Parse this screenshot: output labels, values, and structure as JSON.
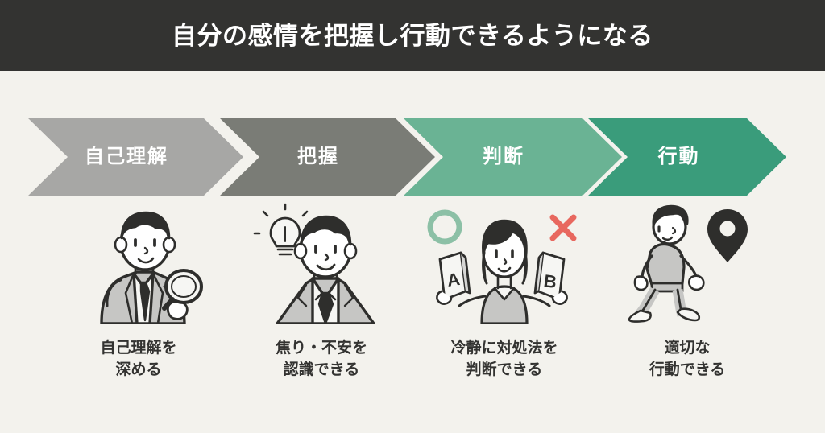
{
  "header": {
    "title": "自分の感情を把握し行動できるようになる",
    "background_color": "#333331",
    "text_color": "#FFFFFF"
  },
  "page": {
    "background_color": "#F3F2ED",
    "text_color": "#333331"
  },
  "process": {
    "steps": [
      {
        "id": "self-understanding",
        "chevron_label": "自己理解",
        "chevron_color": "#A7A7A5",
        "caption": "自己理解を\n深める",
        "icon": "man-with-magnifying-glass-icon"
      },
      {
        "id": "grasp",
        "chevron_label": "把握",
        "chevron_color": "#7A7C76",
        "caption": "焦り・不安を\n認識できる",
        "icon": "man-with-lightbulb-idea-icon"
      },
      {
        "id": "judgement",
        "chevron_label": "判断",
        "chevron_color": "#6AB394",
        "caption": "冷静に対処法を\n判断できる",
        "icon": "woman-choosing-a-b-cards-icon"
      },
      {
        "id": "action",
        "chevron_label": "行動",
        "chevron_color": "#3A9C7B",
        "caption": "適切な\n行動できる",
        "icon": "walking-person-with-map-pin-icon"
      }
    ]
  },
  "illustration_colors": {
    "outline": "#2E2E2C",
    "hair": "#2E2E2C",
    "suit_fill": "#C6C6C4",
    "suit_shade": "#D6D6D4",
    "skin": "#FFFFFF",
    "circle_mark": "#8CC0A6",
    "cross_mark": "#E8685F",
    "map_pin": "#2E2E2C"
  }
}
